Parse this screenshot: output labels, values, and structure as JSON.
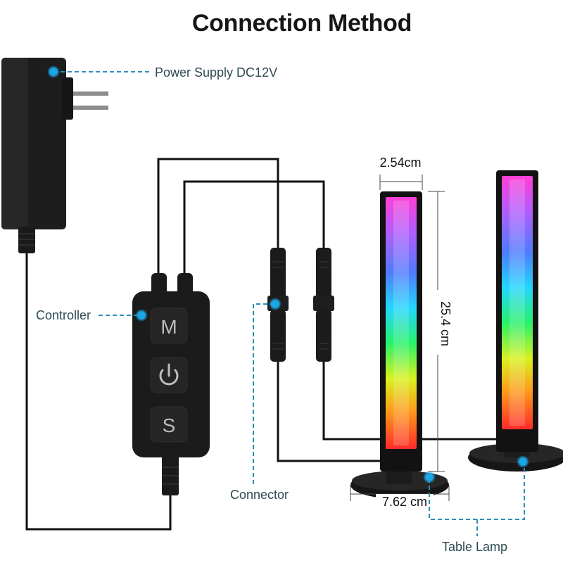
{
  "title": "Connection Method",
  "labels": {
    "power_supply": "Power Supply DC12V",
    "controller": "Controller",
    "connector": "Connector",
    "table_lamp": "Table Lamp"
  },
  "controller_buttons": {
    "mode": "M",
    "speed": "S"
  },
  "dimensions": {
    "width": "2.54cm",
    "height": "25.4 cm",
    "base": "7.62 cm"
  },
  "colors": {
    "device": "#1b1b1b",
    "callout": "#2b8fbf",
    "callout_dot": "#1ba7e6"
  },
  "icons": {
    "power": "power-icon"
  }
}
